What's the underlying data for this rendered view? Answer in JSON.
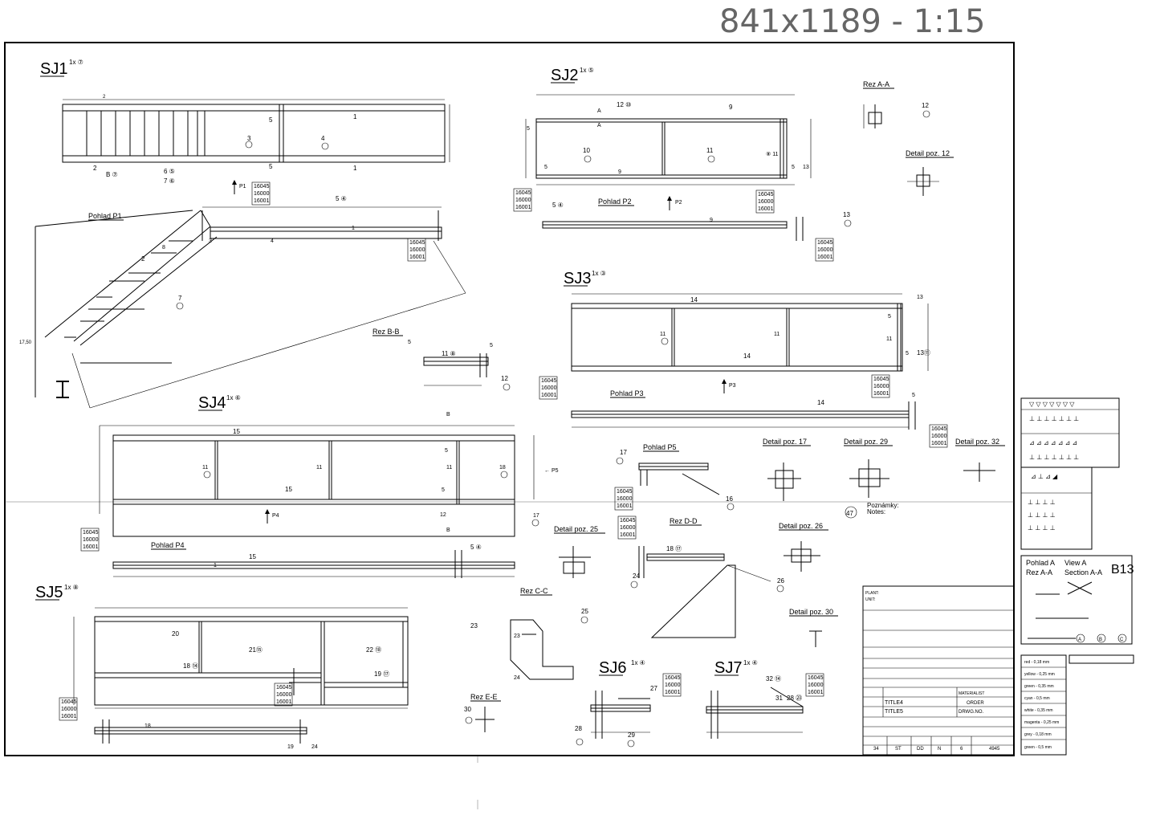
{
  "sheet": {
    "format_label": "841x1189 - 1:15"
  },
  "assemblies": {
    "sj1": {
      "label": "SJ1",
      "qty": "1x ⑦"
    },
    "sj2": {
      "label": "SJ2",
      "qty": "1x ⑤"
    },
    "sj3": {
      "label": "SJ3",
      "qty": "1x ③"
    },
    "sj4": {
      "label": "SJ4",
      "qty": "1x ⑥"
    },
    "sj5": {
      "label": "SJ5",
      "qty": "1x ⑧"
    },
    "sj6": {
      "label": "SJ6",
      "qty": "1x ④"
    },
    "sj7": {
      "label": "SJ7",
      "qty": "1x ④"
    }
  },
  "views": {
    "pohlad_p1": "Pohlad P1",
    "pohlad_p2": "Pohlad P2",
    "pohlad_p3": "Pohlad P3",
    "pohlad_p4": "Pohlad P4",
    "pohlad_p5": "Pohlad P5",
    "rez_aa": "Rez A-A",
    "rez_bb": "Rez B-B",
    "rez_cc": "Rez C-C",
    "rez_dd": "Rez D-D",
    "rez_ee": "Rez E-E",
    "detail_12": "Detail poz. 12",
    "detail_17": "Detail poz. 17",
    "detail_25": "Detail poz. 25",
    "detail_26": "Detail poz. 26",
    "detail_29": "Detail poz. 29",
    "detail_30": "Detail poz. 30",
    "detail_32": "Detail poz. 32"
  },
  "standards": [
    "16045",
    "16000",
    "16001"
  ],
  "notes": {
    "title": "Poznámky:",
    "title_en": "Notes:"
  },
  "legend": {
    "line1_a": "Pohlad A",
    "line1_b": "View A",
    "line2_a": "Rez A-A",
    "line2_b": "Section A-A",
    "code": "B13"
  },
  "pen_table": [
    "red - 0,18 mm",
    "yellow - 0,25 mm",
    "green - 0,35 mm",
    "cyan - 0,5 mm",
    "white - 0,35 mm",
    "magenta - 0,25 mm",
    "grey - 0,18 mm",
    "green - 0,5 mm"
  ],
  "title_block": {
    "plant": "PLANT:",
    "unit": "UNIT:",
    "title4": "TITLE4",
    "title5": "TITLE5",
    "order": "ORDER",
    "drwg_no": "DRWG.NO.",
    "material": "MATERIALIST",
    "row_values": [
      "34",
      "ST",
      "DD",
      "N",
      "6",
      "4945"
    ]
  }
}
